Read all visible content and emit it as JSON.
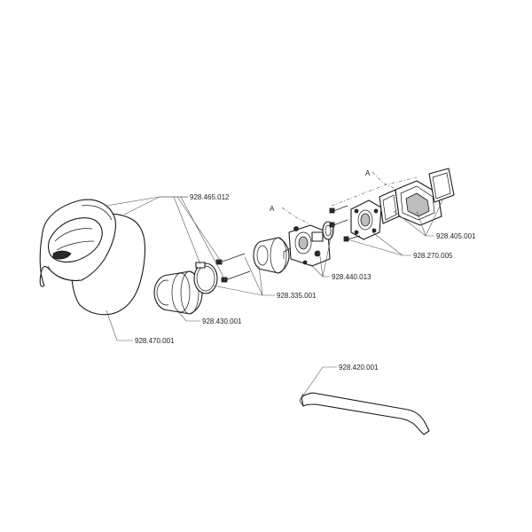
{
  "parts": {
    "p1": "928.465.012",
    "p2": "928.405.001",
    "p3": "928.270.005",
    "p4": "928.440.013",
    "p5": "928.335.001",
    "p6": "928.430.001",
    "p7": "928.470.001",
    "p8": "928.420.001"
  },
  "reference_marks": {
    "a1": "A",
    "a2": "A"
  },
  "colors": {
    "line": "#1a1a1a",
    "leader": "#555555",
    "background": "#ffffff"
  }
}
